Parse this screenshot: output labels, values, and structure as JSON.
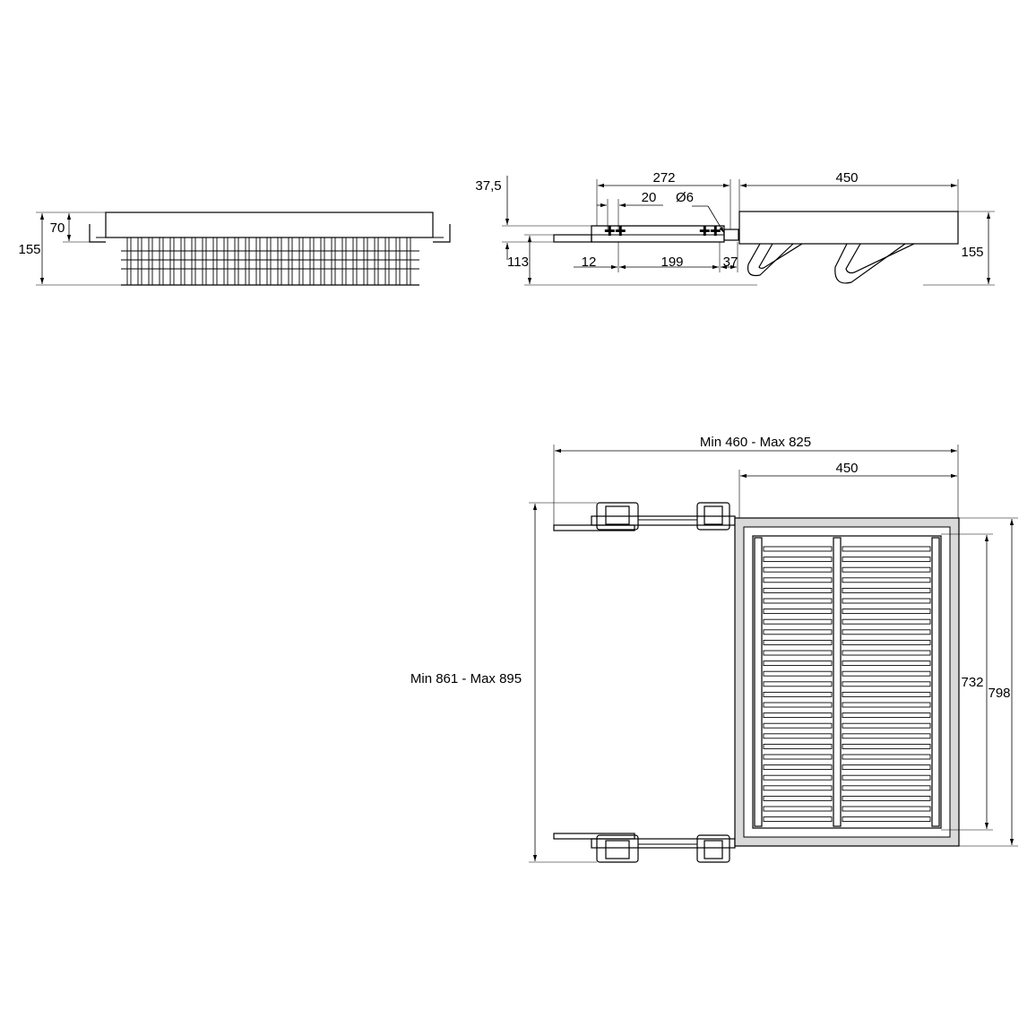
{
  "side_view": {
    "dim_total_height": "155",
    "dim_upper_height": "70"
  },
  "front_view": {
    "dim_top_offset": "37,5",
    "dim_rail_length": "272",
    "dim_hole_spacing": "20",
    "dim_hole_diameter": "Ø6",
    "dim_bottom_offset": "113",
    "dim_bottom_left": "12",
    "dim_bottom_mid": "199",
    "dim_bottom_right": "37",
    "dim_basket_width": "450",
    "dim_basket_height": "155"
  },
  "top_view": {
    "dim_overall_width": "Min 460 - Max 825",
    "dim_basket_width": "450",
    "dim_overall_depth": "Min 861 - Max 895",
    "dim_inner_depth": "732",
    "dim_outer_depth": "798"
  }
}
